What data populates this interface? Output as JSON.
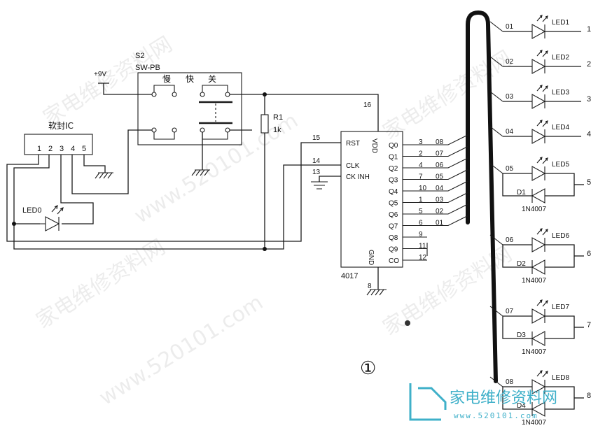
{
  "watermark": {
    "site_name": "家电维修资料网",
    "url": "www.520101.com"
  },
  "figure_number": "①",
  "logo": {
    "text": "家电维修资料网",
    "url": "www.520101.com"
  },
  "power": {
    "label": "+9V"
  },
  "switch": {
    "ref": "S2",
    "type": "SW-PB",
    "labels": [
      "慢",
      "快",
      "关"
    ]
  },
  "resistor": {
    "ref": "R1",
    "value": "1k"
  },
  "soft_ic": {
    "label": "软封IC",
    "pins": [
      "1",
      "2",
      "3",
      "4",
      "5"
    ]
  },
  "led0": {
    "label": "LED0"
  },
  "counter_ic": {
    "part": "4017",
    "pins_left": [
      {
        "num": "15",
        "name": "RST"
      },
      {
        "num": "14",
        "name": "CLK"
      },
      {
        "num": "13",
        "name": "CK INH"
      }
    ],
    "vdd_pin": "16",
    "vdd_name": "VDD",
    "gnd_pin": "8",
    "gnd_name": "GND",
    "outputs": [
      {
        "name": "Q0",
        "pin": "3",
        "net": "08"
      },
      {
        "name": "Q1",
        "pin": "2",
        "net": "07"
      },
      {
        "name": "Q2",
        "pin": "4",
        "net": "06"
      },
      {
        "name": "Q3",
        "pin": "7",
        "net": "05"
      },
      {
        "name": "Q4",
        "pin": "10",
        "net": "04"
      },
      {
        "name": "Q5",
        "pin": "1",
        "net": "03"
      },
      {
        "name": "Q6",
        "pin": "5",
        "net": "02"
      },
      {
        "name": "Q7",
        "pin": "6",
        "net": "01"
      },
      {
        "name": "Q8",
        "pin": "9",
        "net": ""
      },
      {
        "name": "Q9",
        "pin": "11",
        "net": ""
      },
      {
        "name": "CO",
        "pin": "12",
        "net": ""
      }
    ]
  },
  "led_outputs": [
    {
      "net": "01",
      "led": "LED1",
      "out": "1"
    },
    {
      "net": "02",
      "led": "LED2",
      "out": "2"
    },
    {
      "net": "03",
      "led": "LED3",
      "out": "3"
    },
    {
      "net": "04",
      "led": "LED4",
      "out": "4"
    },
    {
      "net": "05",
      "led": "LED5",
      "out": "5",
      "diode": "D1",
      "diode_part": "1N4007"
    },
    {
      "net": "06",
      "led": "LED6",
      "out": "6",
      "diode": "D2",
      "diode_part": "1N4007"
    },
    {
      "net": "07",
      "led": "LED7",
      "out": "7",
      "diode": "D3",
      "diode_part": "1N4007"
    },
    {
      "net": "08",
      "led": "LED8",
      "out": "8",
      "diode": "D4",
      "diode_part": "1N4007"
    }
  ]
}
